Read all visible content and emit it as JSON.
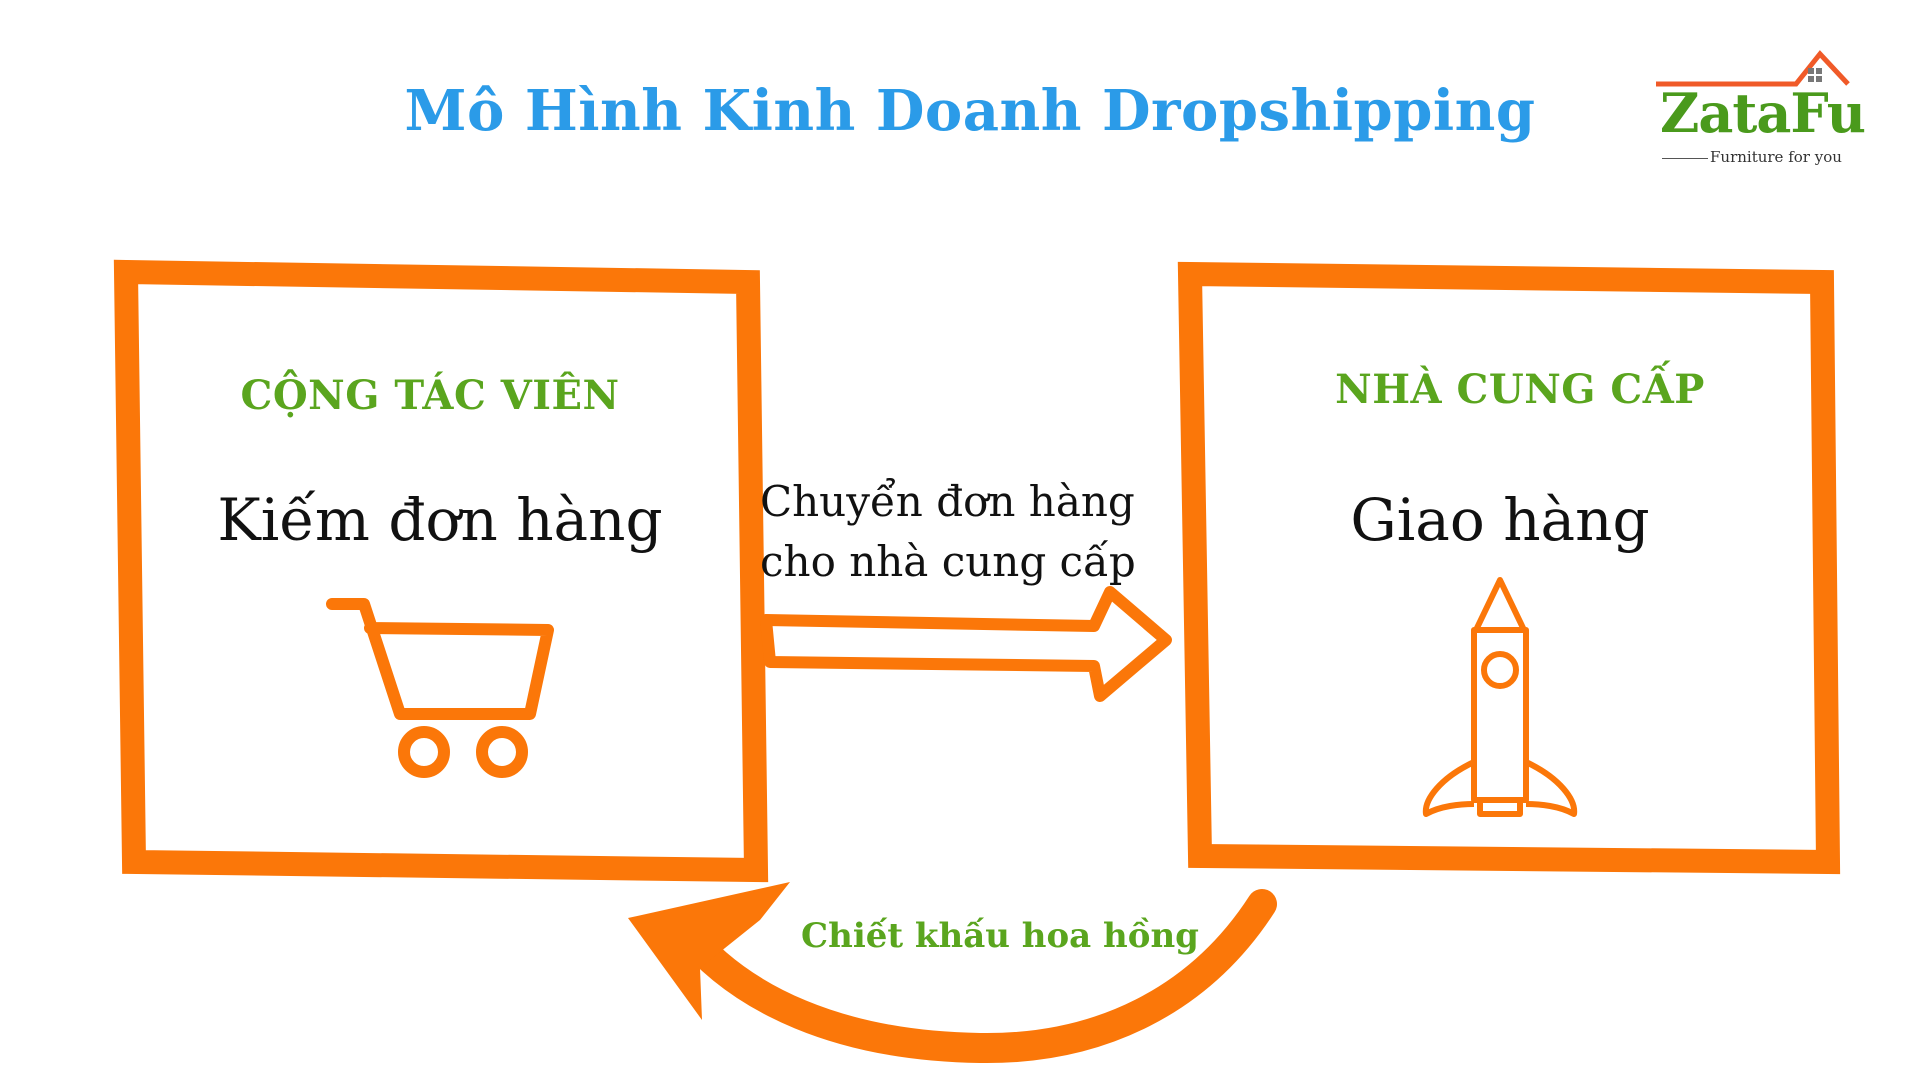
{
  "title": "Mô Hình Kinh Doanh Dropshipping",
  "logo": {
    "name": "ZataFu",
    "tagline": "Furniture for you",
    "icon": "house-roof-icon"
  },
  "left_box": {
    "heading": "CỘNG TÁC VIÊN",
    "text": "Kiếm đơn hàng",
    "icon": "shopping-cart-icon"
  },
  "right_box": {
    "heading": "NHÀ CUNG CẤP",
    "text": "Giao hàng",
    "icon": "rocket-icon"
  },
  "forward_arrow": {
    "line1": "Chuyển đơn hàng",
    "line2": "cho nhà cung cấp"
  },
  "return_arrow": {
    "label": "Chiết khấu hoa hồng"
  },
  "colors": {
    "title": "#2b9be8",
    "heading": "#5aa51e",
    "accent": "#fb7709",
    "logo_green": "#4a9a1c",
    "logo_roof": "#f05a28"
  }
}
